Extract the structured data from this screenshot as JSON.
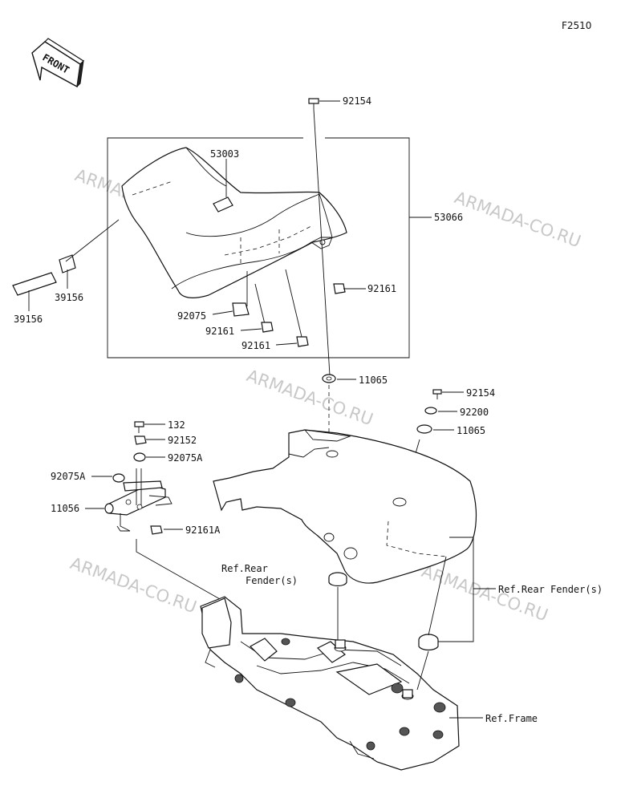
{
  "figure": {
    "id": "F2510"
  },
  "front_tag": {
    "text": "FRONT"
  },
  "watermark": {
    "text": "ARMADA-CO.RU"
  },
  "labels": {
    "p92154a": "92154",
    "p53003": "53003",
    "p53066": "53066",
    "p92161a": "92161",
    "p92075": "92075",
    "p92161b": "92161",
    "p92161c": "92161",
    "p39156a": "39156",
    "p39156b": "39156",
    "p11065a": "11065",
    "p92154b": "92154",
    "p92200": "92200",
    "p11065b": "11065",
    "p132": "132",
    "p92152": "92152",
    "p92075A_r": "92075A",
    "p92075A_l": "92075A",
    "p11056": "11056",
    "p92161A": "92161A",
    "ref_rear_fender_1a": "Ref.Rear",
    "ref_rear_fender_1b": "Fender(s)",
    "ref_rear_fender_2": "Ref.Rear Fender(s)",
    "ref_frame": "Ref.Frame"
  }
}
